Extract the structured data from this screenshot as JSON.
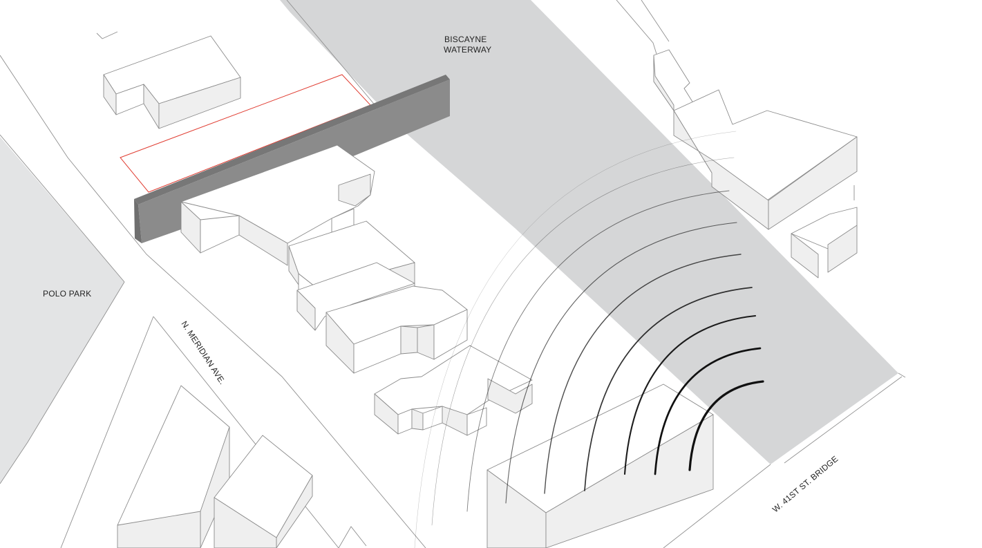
{
  "labels": {
    "waterway_line1": "BISCAYNE",
    "waterway_line2": "WATERWAY",
    "park": "POLO PARK",
    "street": "N. MERIDIAN AVE.",
    "bridge": "W. 41ST ST. BRIDGE"
  },
  "colors": {
    "water": "#d5d6d7",
    "park": "#e3e4e5",
    "wall": "#8b8b8b",
    "wall_top": "#777777",
    "site_outline": "#e03c31",
    "building_light": "#ffffff",
    "building_shade": "#efefef",
    "line": "#8a8a8a",
    "wave": "#111111"
  },
  "waves": {
    "count": 9,
    "direction": "emanating from the W. 41st St. Bridge toward the site",
    "stroke_weights_inner_to_outer": [
      3.2,
      2.7,
      2.1,
      1.7,
      1.4,
      1.1,
      0.9,
      0.6,
      0.45
    ],
    "opacities_inner_to_outer": [
      1,
      1,
      0.95,
      0.85,
      0.75,
      0.65,
      0.55,
      0.4,
      0.3
    ]
  }
}
